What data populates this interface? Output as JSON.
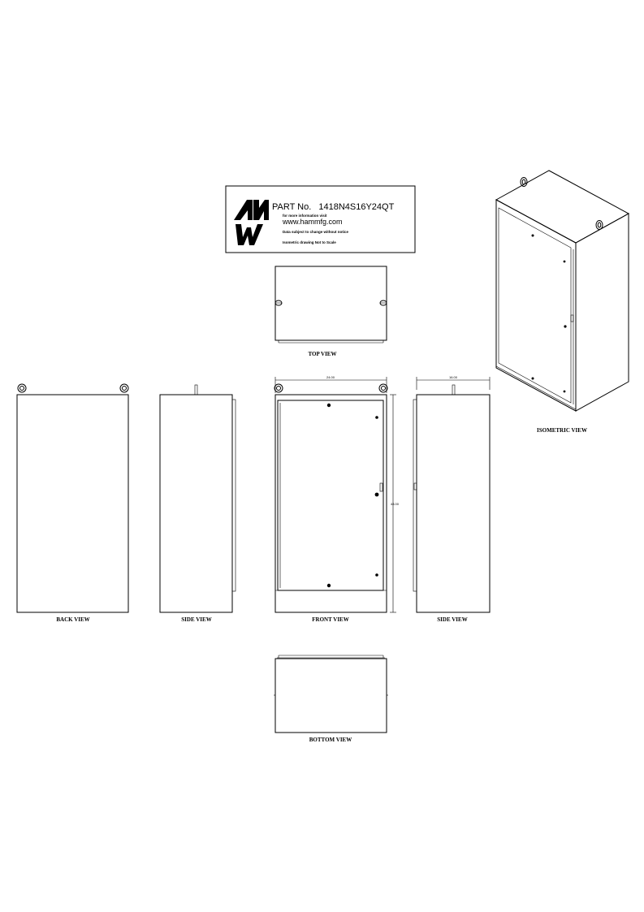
{
  "title_block": {
    "part_label": "PART No.",
    "part_number": "1418N4S16Y24QT",
    "info_line": "for more information visit",
    "website": "www.hammfg.com",
    "notice": "Data subject to change without notice",
    "scale_note": "Isometric drawing Not to Scale"
  },
  "views": {
    "top": "TOP VIEW",
    "back": "BACK VIEW",
    "side_left": "SIDE VIEW",
    "front": "FRONT VIEW",
    "side_right": "SIDE VIEW",
    "bottom": "BOTTOM VIEW",
    "isometric": "ISOMETRIC VIEW"
  },
  "dimensions": {
    "width": "24.00",
    "depth": "16.00",
    "height": "48.00"
  }
}
